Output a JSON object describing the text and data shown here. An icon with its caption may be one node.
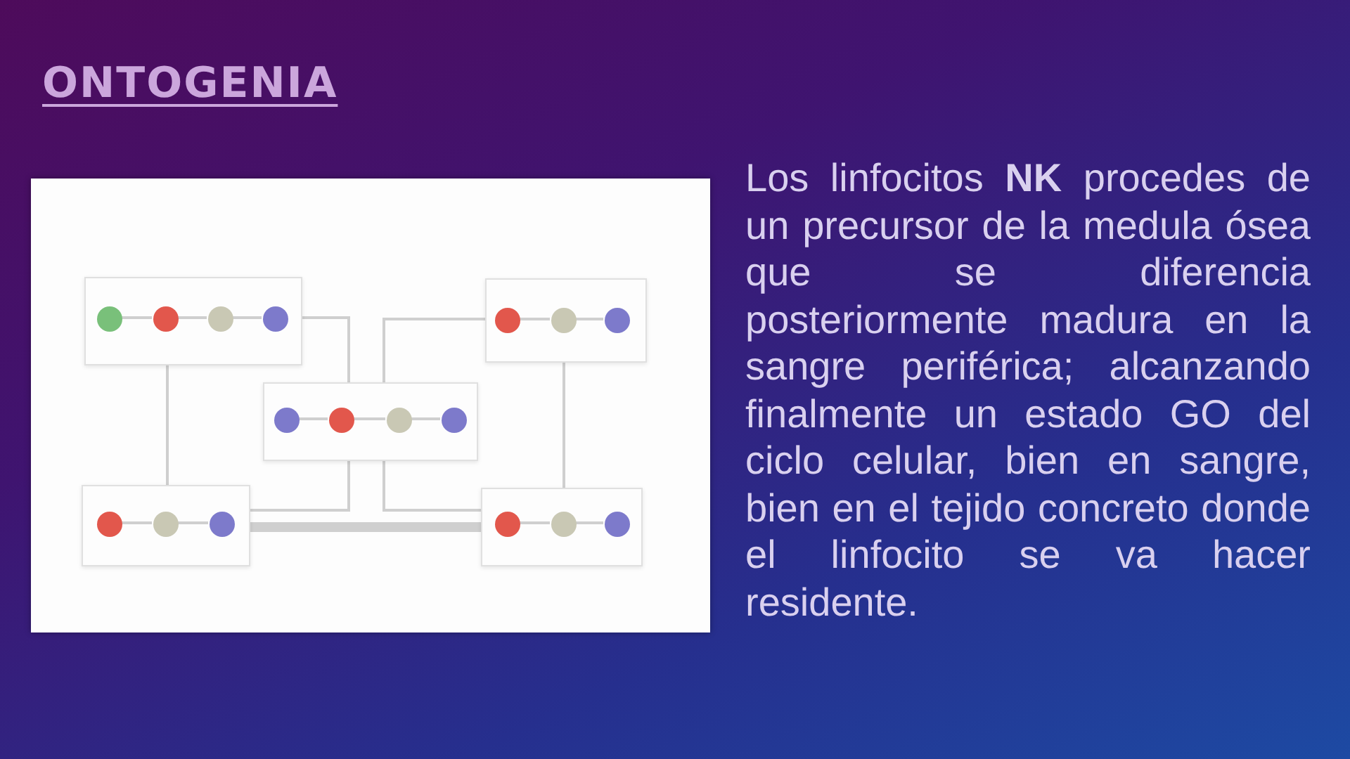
{
  "diagram": {
    "title": "ONTOGENIA",
    "nodes": [
      {
        "text": [],
        "shape": "box"
      },
      {
        "text": [],
        "shape": "circle",
        "in": 0
      },
      {
        "text": [],
        "shape": "circle",
        "in": 0
      },
      {
        "text": [],
        "shape": "circle",
        "in": 0
      },
      {
        "text": [],
        "shape": "circle",
        "in": 0
      },
      {
        "text": [],
        "shape": "box"
      },
      {
        "text": [],
        "shape": "circle",
        "in": 5
      },
      {
        "text": [],
        "shape": "circle",
        "in": 5
      },
      {
        "text": [],
        "shape": "circle",
        "in": 5
      },
      {
        "text": [],
        "shape": "box"
      },
      {
        "text": [],
        "shape": "circle",
        "in": 9
      },
      {
        "text": [],
        "shape": "circle",
        "in": 9
      },
      {
        "text": [],
        "shape": "circle",
        "in": 9
      },
      {
        "text": [],
        "shape": "circle",
        "in": 9
      },
      {
        "text": [],
        "shape": "box"
      },
      {
        "text": [],
        "shape": "circle",
        "in": 14
      },
      {
        "text": [],
        "shape": "circle",
        "in": 14
      },
      {
        "text": [],
        "shape": "circle",
        "in": 14
      },
      {
        "text": [],
        "shape": "box"
      },
      {
        "text": [],
        "shape": "circle",
        "in": 18
      },
      {
        "text": [],
        "shape": "circle",
        "in": 18
      },
      {
        "text": [],
        "shape": "circle",
        "in": 18
      }
    ],
    "edges": [
      {
        "from": 1,
        "to": 2,
        "arrow": "none"
      },
      {
        "from": 2,
        "to": 3,
        "arrow": "none"
      },
      {
        "from": 3,
        "to": 4,
        "arrow": "none"
      },
      {
        "from": 6,
        "to": 7,
        "arrow": "none"
      },
      {
        "from": 7,
        "to": 8,
        "arrow": "none"
      },
      {
        "from": 10,
        "to": 11,
        "arrow": "none"
      },
      {
        "from": 11,
        "to": 12,
        "arrow": "none"
      },
      {
        "from": 12,
        "to": 13,
        "arrow": "none"
      },
      {
        "from": 15,
        "to": 16,
        "arrow": "none"
      },
      {
        "from": 16,
        "to": 17,
        "arrow": "none"
      },
      {
        "from": 19,
        "to": 20,
        "arrow": "none"
      },
      {
        "from": 20,
        "to": 21,
        "arrow": "none"
      },
      {
        "from": 0,
        "to": 9,
        "arrow": "none"
      },
      {
        "from": 5,
        "to": 9,
        "arrow": "none"
      },
      {
        "from": 0,
        "to": 14,
        "arrow": "none"
      },
      {
        "from": 5,
        "to": 18,
        "arrow": "none"
      },
      {
        "from": 9,
        "to": 14,
        "arrow": "none"
      },
      {
        "from": 9,
        "to": 18,
        "arrow": "none"
      },
      {
        "from": 14,
        "to": 18,
        "arrow": "none",
        "style": "thick"
      }
    ],
    "labels": [
      "Los linfocitos **NK** procedes de un precursor de la medula ósea que se diferencia posteriormente madura en la sangre periférica; alcanzando finalmente un estado GO del ciclo celular, bien en sangre, bien en el tejido concreto donde el linfocito se va hacer residente."
    ]
  }
}
